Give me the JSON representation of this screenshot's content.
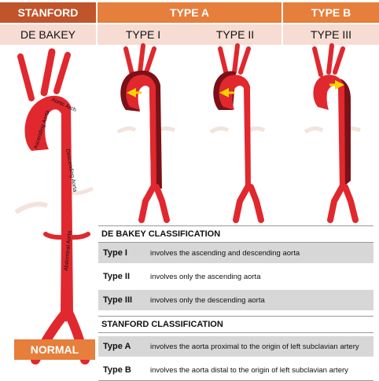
{
  "header": {
    "stanford": "STANFORD",
    "type_a": "TYPE A",
    "type_b": "TYPE B"
  },
  "subheader": {
    "debakey": "DE BAKEY",
    "type1": "TYPE I",
    "type2": "TYPE II",
    "type3": "TYPE III"
  },
  "anatomy_labels": {
    "aortic_arch": "Aortic Arch",
    "ascending": "Ascending Aorta",
    "descending": "Descending Aorta",
    "abdominal": "Abdominal Aorta"
  },
  "debakey": {
    "title": "DE BAKEY CLASSIFICATION",
    "rows": [
      {
        "type": "Type I",
        "desc": "involves the ascending and descending aorta"
      },
      {
        "type": "Type II",
        "desc": "involves only the ascending aorta"
      },
      {
        "type": "Type III",
        "desc": "involves only the descending aorta"
      }
    ]
  },
  "stanford": {
    "title": "STANFORD CLASSIFICATION",
    "rows": [
      {
        "type": "Type A",
        "desc": "involves the aorta proximal to the origin of left subclavian artery"
      },
      {
        "type": "Type B",
        "desc": "involves the aorta distal to the origin of left subclavian artery"
      }
    ]
  },
  "normal_label": "NORMAL",
  "colors": {
    "header_dark": "#c0542b",
    "header_orange": "#e67e3c",
    "subheader_bg": "#f6dcd2",
    "aorta_red": "#e0282e",
    "dissection_dark": "#7a1118",
    "arrow_yellow": "#f5d300"
  }
}
